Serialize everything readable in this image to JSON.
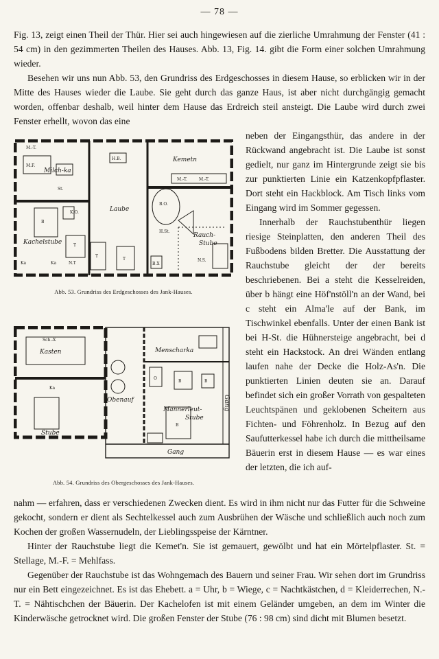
{
  "page_number": "— 78 —",
  "top_paragraphs": [
    "Fig. 13, zeigt einen Theil der Thür. Hier sei auch hingewiesen auf die zierliche Umrahmung der Fenster (41 : 54 cm) in den gezimmerten Theilen des Hauses. Abb. 13, Fig. 14. gibt die Form einer solchen Umrahmung wieder.",
    "Besehen wir uns nun Abb. 53, den Grundriss des Erdgeschosses in diesem Hause, so erblicken wir in der Mitte des Hauses wieder die Laube. Sie geht durch das ganze Haus, ist aber nicht durchgängig gemacht worden, offenbar deshalb, weil hinter dem Hause das Erdreich steil ansteigt. Die Laube wird durch zwei Fenster erhellt, wovon das eine"
  ],
  "right_col_p1": "neben der Eingangsthür, das andere in der Rückwand angebracht ist. Die Laube ist sonst gedielt, nur ganz im Hintergrunde zeigt sie bis zur punktierten Linie ein Katzenkopfpflaster. Dort steht ein Hackblock. Am Tisch links vom Eingang wird im Sommer gegessen.",
  "right_col_p2": "Innerhalb der Rauchstubenthür liegen riesige Steinplatten, den anderen Theil des Fußbodens bilden Bretter. Die Ausstattung der Rauchstube gleicht der der bereits beschriebenen. Bei a steht die Kesselreiden, über b hängt eine Höf'nstöll'n an der Wand, bei c steht ein Alma'le auf der Bank, im Tischwinkel ebenfalls. Unter der einen Bank ist bei H-St. die Hühnersteige angebracht, bei d steht ein Hackstock. An drei Wänden entlang laufen nahe der Decke die Holz-As'n. Die punktierten Linien deuten sie an. Darauf befindet sich ein großer Vorrath von gespalteten Leuchtspänen und geklobenen Scheitern aus Fichten- und Föhrenholz. In Bezug auf den Saufutterkessel habe ich durch die mittheilsame Bäuerin erst in diesem Hause — es war eines der letzten, die ich auf-",
  "bottom_paragraphs": [
    "nahm — erfahren, dass er verschiedenen Zwecken dient. Es wird in ihm nicht nur das Futter für die Schweine gekocht, sondern er dient als Sechtelkessel auch zum Ausbrühen der Wäsche und schließlich auch noch zum Kochen der großen Wassernudeln, der Lieblingsspeise der Kärntner.",
    "Hinter der Rauchstube liegt die Kemet'n. Sie ist gemauert, gewölbt und hat ein Mörtelpflaster. St. = Stellage, M.-F. = Mehlfass.",
    "Gegenüber der Rauchstube ist das Wohngemach des Bauern und seiner Frau. Wir sehen dort im Grundriss nur ein Bett eingezeichnet. Es ist das Ehebett. a = Uhr, b = Wiege, c = Nachtkästchen, d = Kleiderrechen, N.-T. = Nähtischchen der Bäuerin. Der Kachelofen ist mit einem Geländer umgeben, an dem im Winter die Kinderwäsche getrocknet wird. Die großen Fenster der Stube (76 : 98 cm) sind dicht mit Blumen besetzt."
  ],
  "figure_53": {
    "caption": "Abb. 53. Grundriss des Erdgeschosses des Jank-Hauses.",
    "labels": {
      "milchka": "Milch-ka",
      "kemetn": "Kemetn",
      "laube": "Laube",
      "kachelstube": "Kachelstube",
      "rauchstube1": "Rauch-",
      "rauchstube2": "Stube",
      "mt1": "M.-T.",
      "mt2": "M.-T.",
      "mt3": "M.-T.",
      "mf": "M.F.",
      "st": "St.",
      "hb": "H.B.",
      "ko": "K.O.",
      "bo": "B.O.",
      "b": "B",
      "t1": "T",
      "t2": "T",
      "t3": "T",
      "bx": "B.X",
      "hst": "H.St.",
      "ns": "N.S.",
      "ka1": "Ka",
      "ka2": "Ka",
      "nt": "N.T"
    }
  },
  "figure_54": {
    "caption": "Abb. 54. Grundriss des Obergeschosses des Jank-Hauses.",
    "labels": {
      "kasten": "Kasten",
      "menscharka": "Menscharka",
      "obenauf": "Obenauf",
      "mannerstube1": "Mannerleut-",
      "mannerstube2": "Stube",
      "stube": "Stube",
      "gang_bottom": "Gang",
      "gang_side": "Gang",
      "b1": "B",
      "b2": "B",
      "b3": "B",
      "o": "O",
      "ka": "Ka",
      "sch": "Sch.-X"
    }
  }
}
